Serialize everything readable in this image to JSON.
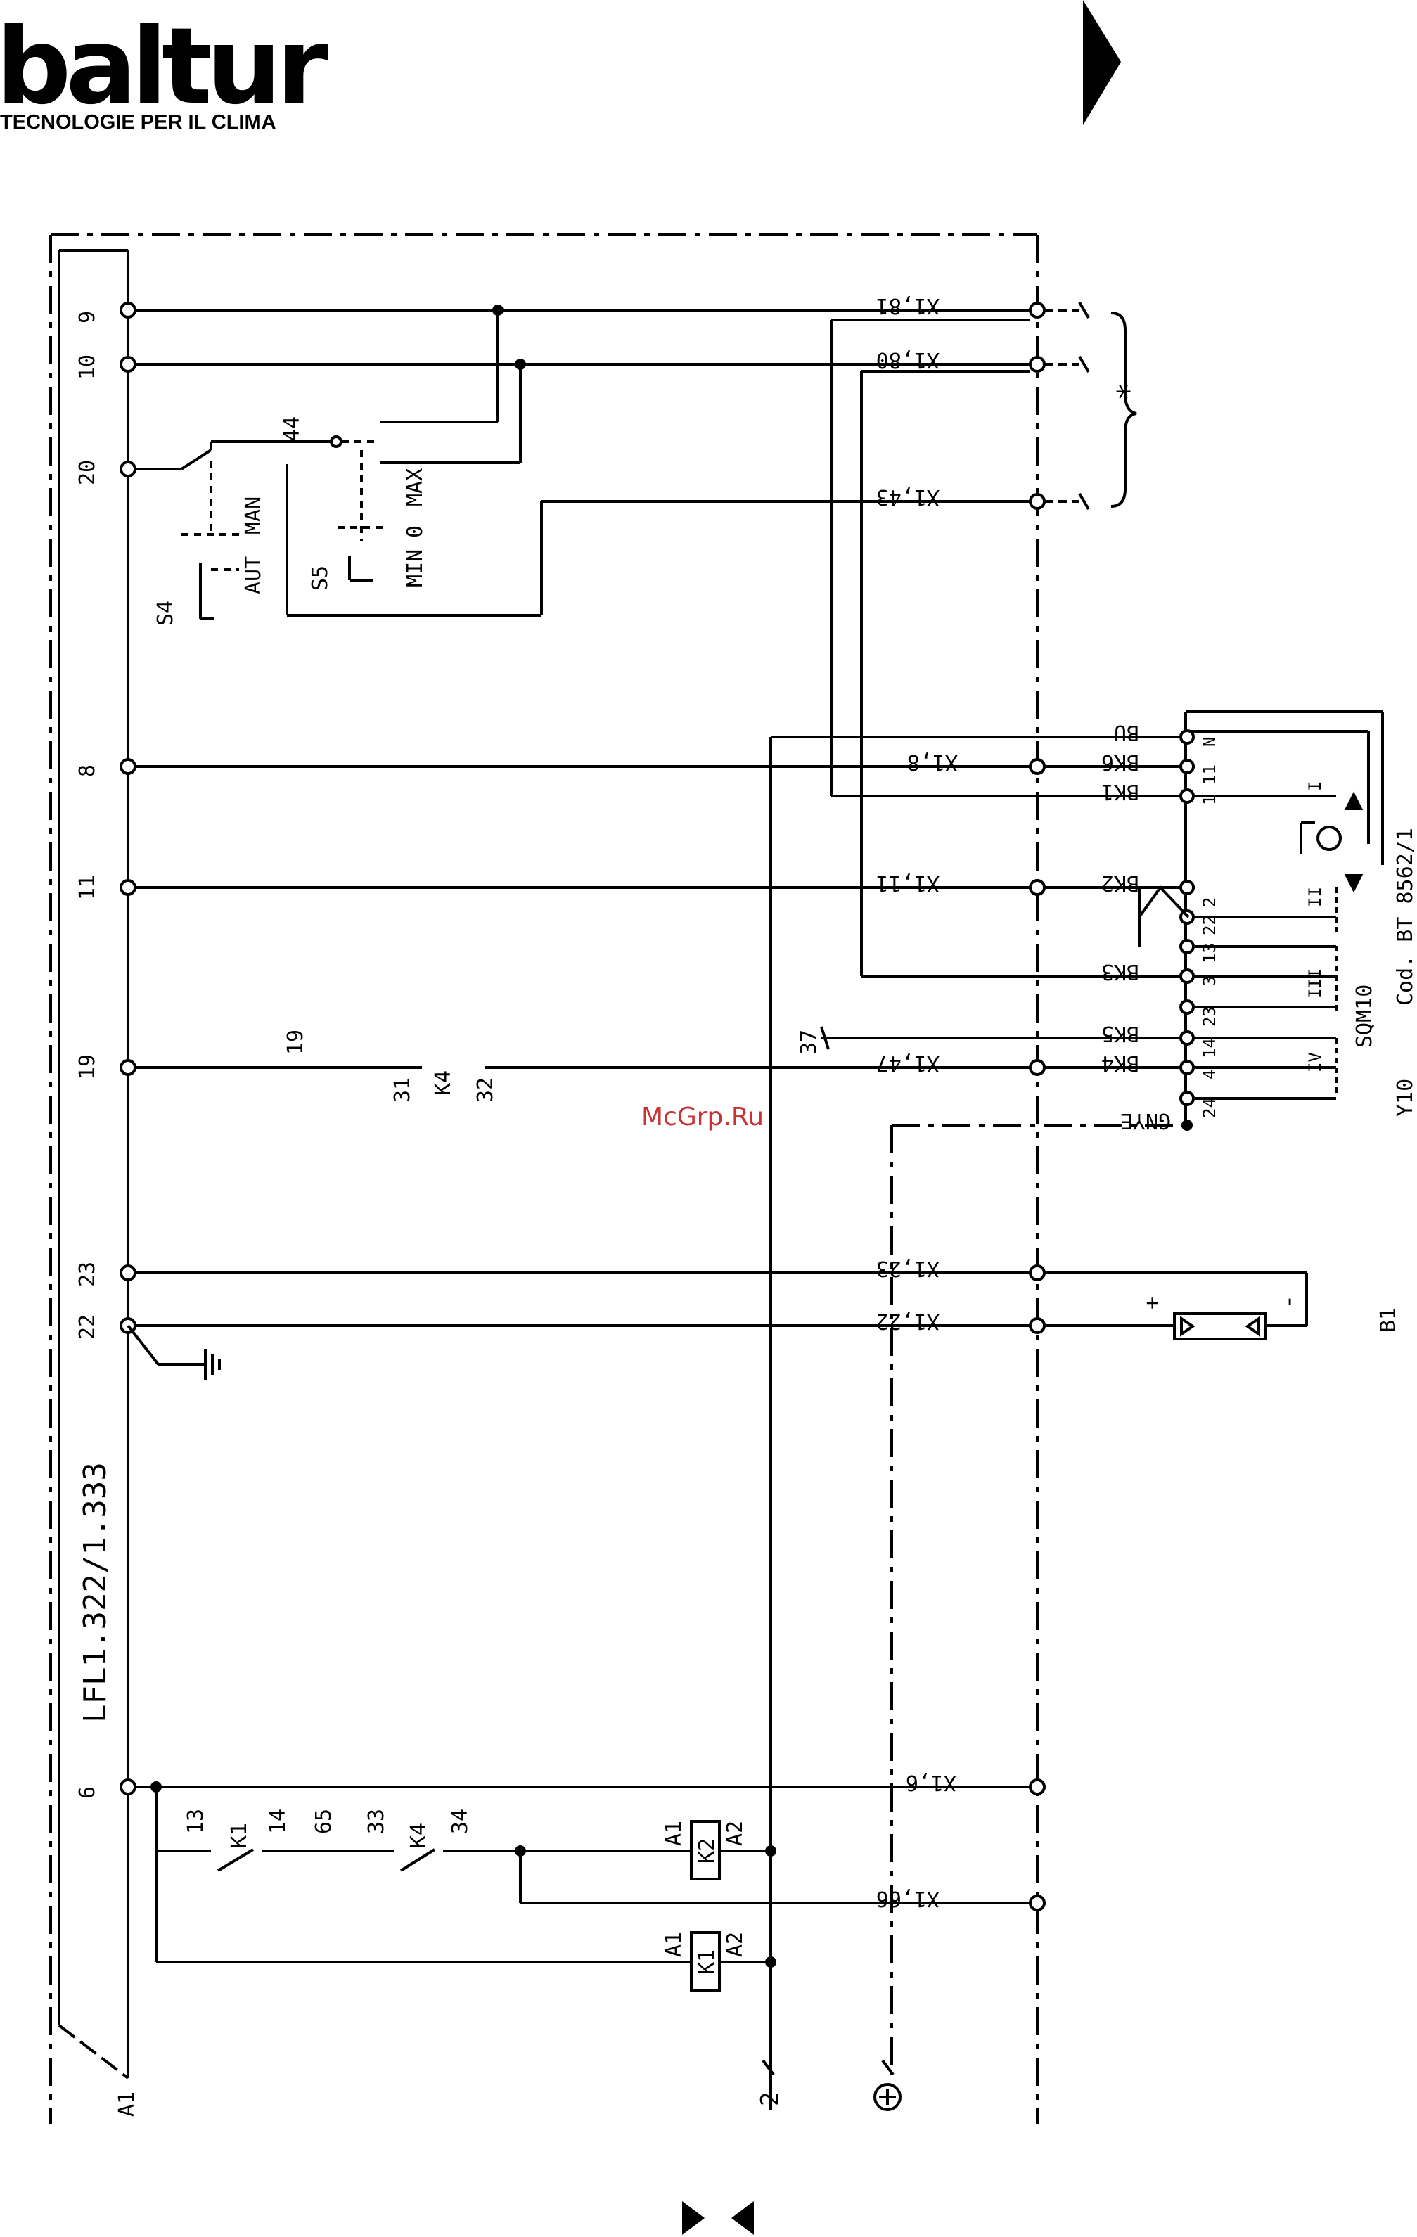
{
  "brand": {
    "name": "baltur",
    "tagline": "TECNOLOGIE PER IL CLIMA"
  },
  "watermark": "McGrp.Ru",
  "controller": {
    "label": "LFL1.322/1.333",
    "ref": "A1",
    "terminals": [
      "9",
      "10",
      "20",
      "8",
      "11",
      "19",
      "23",
      "22",
      "6"
    ]
  },
  "connectors": {
    "top": [
      "X1,81",
      "X1,80",
      "X1,43",
      "X1,8",
      "X1,11",
      "X1,47",
      "X1,23",
      "X1,22"
    ],
    "bottom": [
      "X1,6",
      "X1,66"
    ],
    "asterisk": "*"
  },
  "switches": {
    "s4": {
      "ref": "S4",
      "aut": "AUT",
      "man": "MAN"
    },
    "s5": {
      "ref": "S5",
      "min": "MIN",
      "zero": "0",
      "max": "MAX",
      "node": "44"
    }
  },
  "relays": {
    "k4_contact": {
      "ref": "K4",
      "left": "31",
      "right": "32",
      "wire": "19"
    },
    "k1_contact": {
      "ref": "K1",
      "a": "13",
      "b": "14"
    },
    "k4_contact2": {
      "ref": "K4",
      "a": "33",
      "b": "34",
      "wire": "65"
    },
    "k2_coil": {
      "ref": "K2",
      "a1": "A1",
      "a2": "A2"
    },
    "k1_coil": {
      "ref": "K1",
      "a1": "A1",
      "a2": "A2"
    }
  },
  "servomotor": {
    "ref": "SQM10",
    "code": "Cod. BT 8562/1",
    "y10": "Y10",
    "wires": [
      "BU",
      "BK6",
      "BK1",
      "BK2",
      "BK3",
      "BK5",
      "BK4",
      "GNYE"
    ],
    "terminals": [
      "N",
      "11",
      "1",
      "22",
      "2",
      "13",
      "3",
      "23",
      "14",
      "4",
      "24"
    ],
    "cams": [
      "I",
      "II",
      "III",
      "IV"
    ],
    "wire37": "37"
  },
  "sensor": {
    "ref": "B1",
    "plus": "+",
    "minus": "-"
  },
  "ground_refs": {
    "neutral": "2"
  },
  "icons": [
    "ground-icon",
    "earth-circle-icon",
    "page-arrow-right-icon",
    "page-arrow-prev-icon",
    "page-arrow-next-icon"
  ]
}
